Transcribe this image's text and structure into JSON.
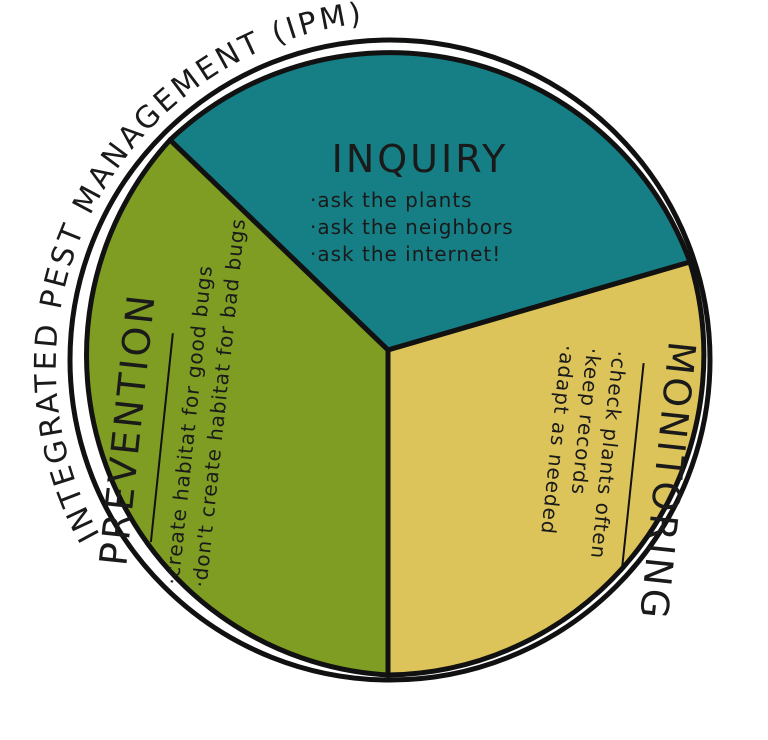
{
  "title": {
    "arc_text": "INTEGRATED PEST MANAGEMENT (IPM)"
  },
  "sections": {
    "inquiry": {
      "title": "INQUIRY",
      "color": "#167f85",
      "items": [
        "·ask the plants",
        "·ask the neighbors",
        "·ask the internet!"
      ]
    },
    "monitoring": {
      "title": "MONITORING",
      "color": "#dcc45a",
      "items": [
        "·check plants often",
        "·keep records",
        "·adapt as needed"
      ]
    },
    "prevention": {
      "title": "PREVENTION",
      "color": "#7e9d22",
      "items": [
        "·create habitat for good bugs",
        "·don't create habitat for bad bugs"
      ]
    }
  },
  "colors": {
    "outline": "#111111"
  }
}
